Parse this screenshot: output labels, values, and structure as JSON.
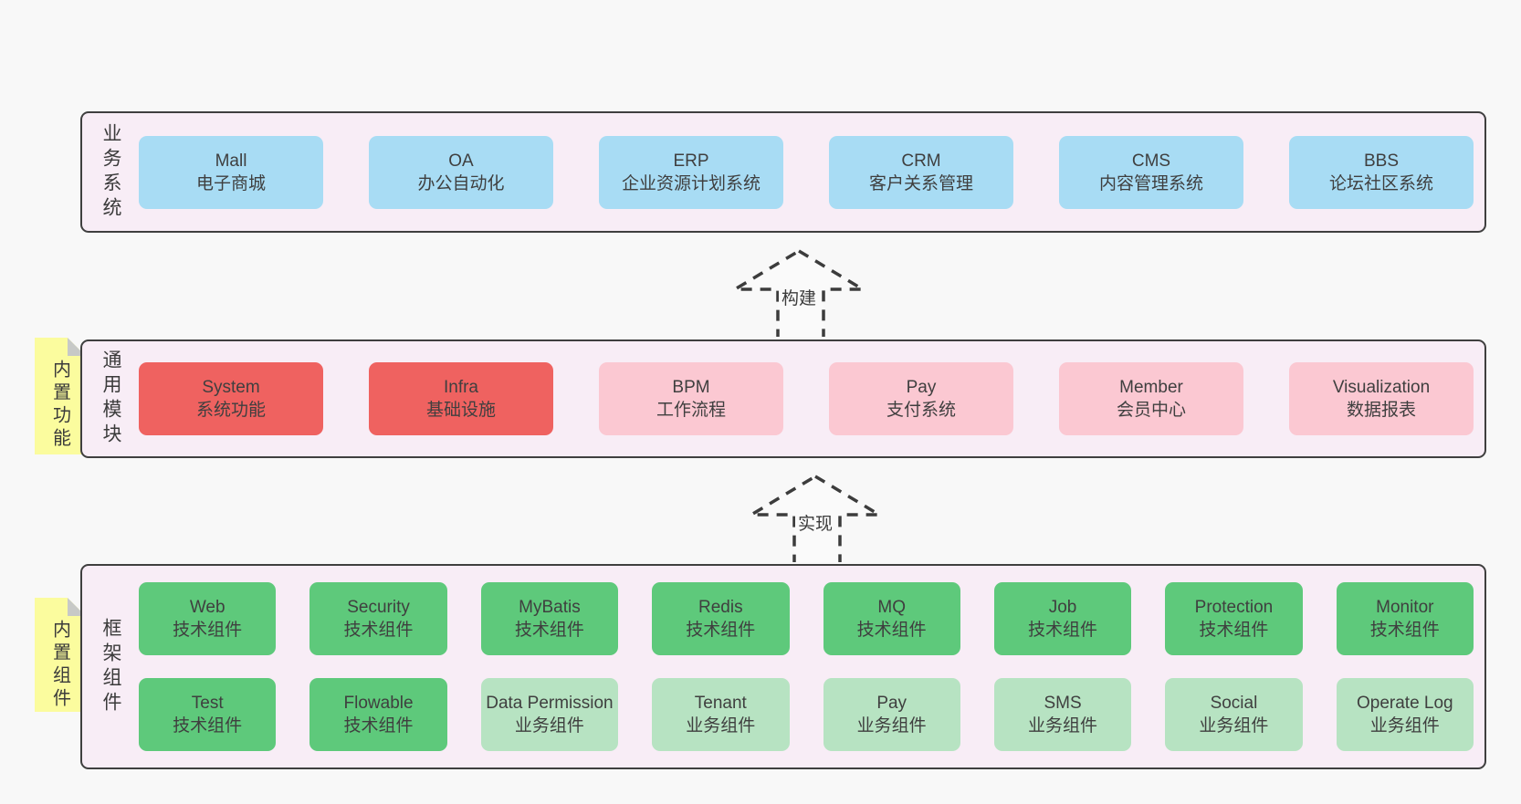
{
  "colors": {
    "canvas_bg": "#f8f8f8",
    "panel_bg": "#f8edf6",
    "panel_border": "#3f3f3f",
    "blue_box": "#a8dcf4",
    "red_box": "#ef6260",
    "pink_box": "#fbc8d2",
    "green_box": "#5ec97b",
    "light_green_box": "#b7e3c2",
    "note_yellow": "#fbfc9e",
    "note_fold_gray": "#c7c9c7",
    "text": "#3f3f3f"
  },
  "arrows": {
    "build": "构建",
    "implement": "实现"
  },
  "layers": {
    "business": {
      "label": "业务系统",
      "items": [
        {
          "title": "Mall",
          "subtitle": "电子商城"
        },
        {
          "title": "OA",
          "subtitle": "办公自动化"
        },
        {
          "title": "ERP",
          "subtitle": "企业资源计划系统"
        },
        {
          "title": "CRM",
          "subtitle": "客户关系管理"
        },
        {
          "title": "CMS",
          "subtitle": "内容管理系统"
        },
        {
          "title": "BBS",
          "subtitle": "论坛社区系统"
        }
      ]
    },
    "modules": {
      "label": "通用模块",
      "note": "内置功能",
      "items": [
        {
          "title": "System",
          "subtitle": "系统功能"
        },
        {
          "title": "Infra",
          "subtitle": "基础设施"
        },
        {
          "title": "BPM",
          "subtitle": "工作流程"
        },
        {
          "title": "Pay",
          "subtitle": "支付系统"
        },
        {
          "title": "Member",
          "subtitle": "会员中心"
        },
        {
          "title": "Visualization",
          "subtitle": "数据报表"
        }
      ]
    },
    "components": {
      "label": "框架组件",
      "note": "内置组件",
      "row1": [
        {
          "title": "Web",
          "subtitle": "技术组件"
        },
        {
          "title": "Security",
          "subtitle": "技术组件"
        },
        {
          "title": "MyBatis",
          "subtitle": "技术组件"
        },
        {
          "title": "Redis",
          "subtitle": "技术组件"
        },
        {
          "title": "MQ",
          "subtitle": "技术组件"
        },
        {
          "title": "Job",
          "subtitle": "技术组件"
        },
        {
          "title": "Protection",
          "subtitle": "技术组件"
        },
        {
          "title": "Monitor",
          "subtitle": "技术组件"
        }
      ],
      "row2": [
        {
          "title": "Test",
          "subtitle": "技术组件"
        },
        {
          "title": "Flowable",
          "subtitle": "技术组件"
        },
        {
          "title": "Data Permission",
          "subtitle": "业务组件"
        },
        {
          "title": "Tenant",
          "subtitle": "业务组件"
        },
        {
          "title": "Pay",
          "subtitle": "业务组件"
        },
        {
          "title": "SMS",
          "subtitle": "业务组件"
        },
        {
          "title": "Social",
          "subtitle": "业务组件"
        },
        {
          "title": "Operate Log",
          "subtitle": "业务组件"
        }
      ]
    }
  }
}
